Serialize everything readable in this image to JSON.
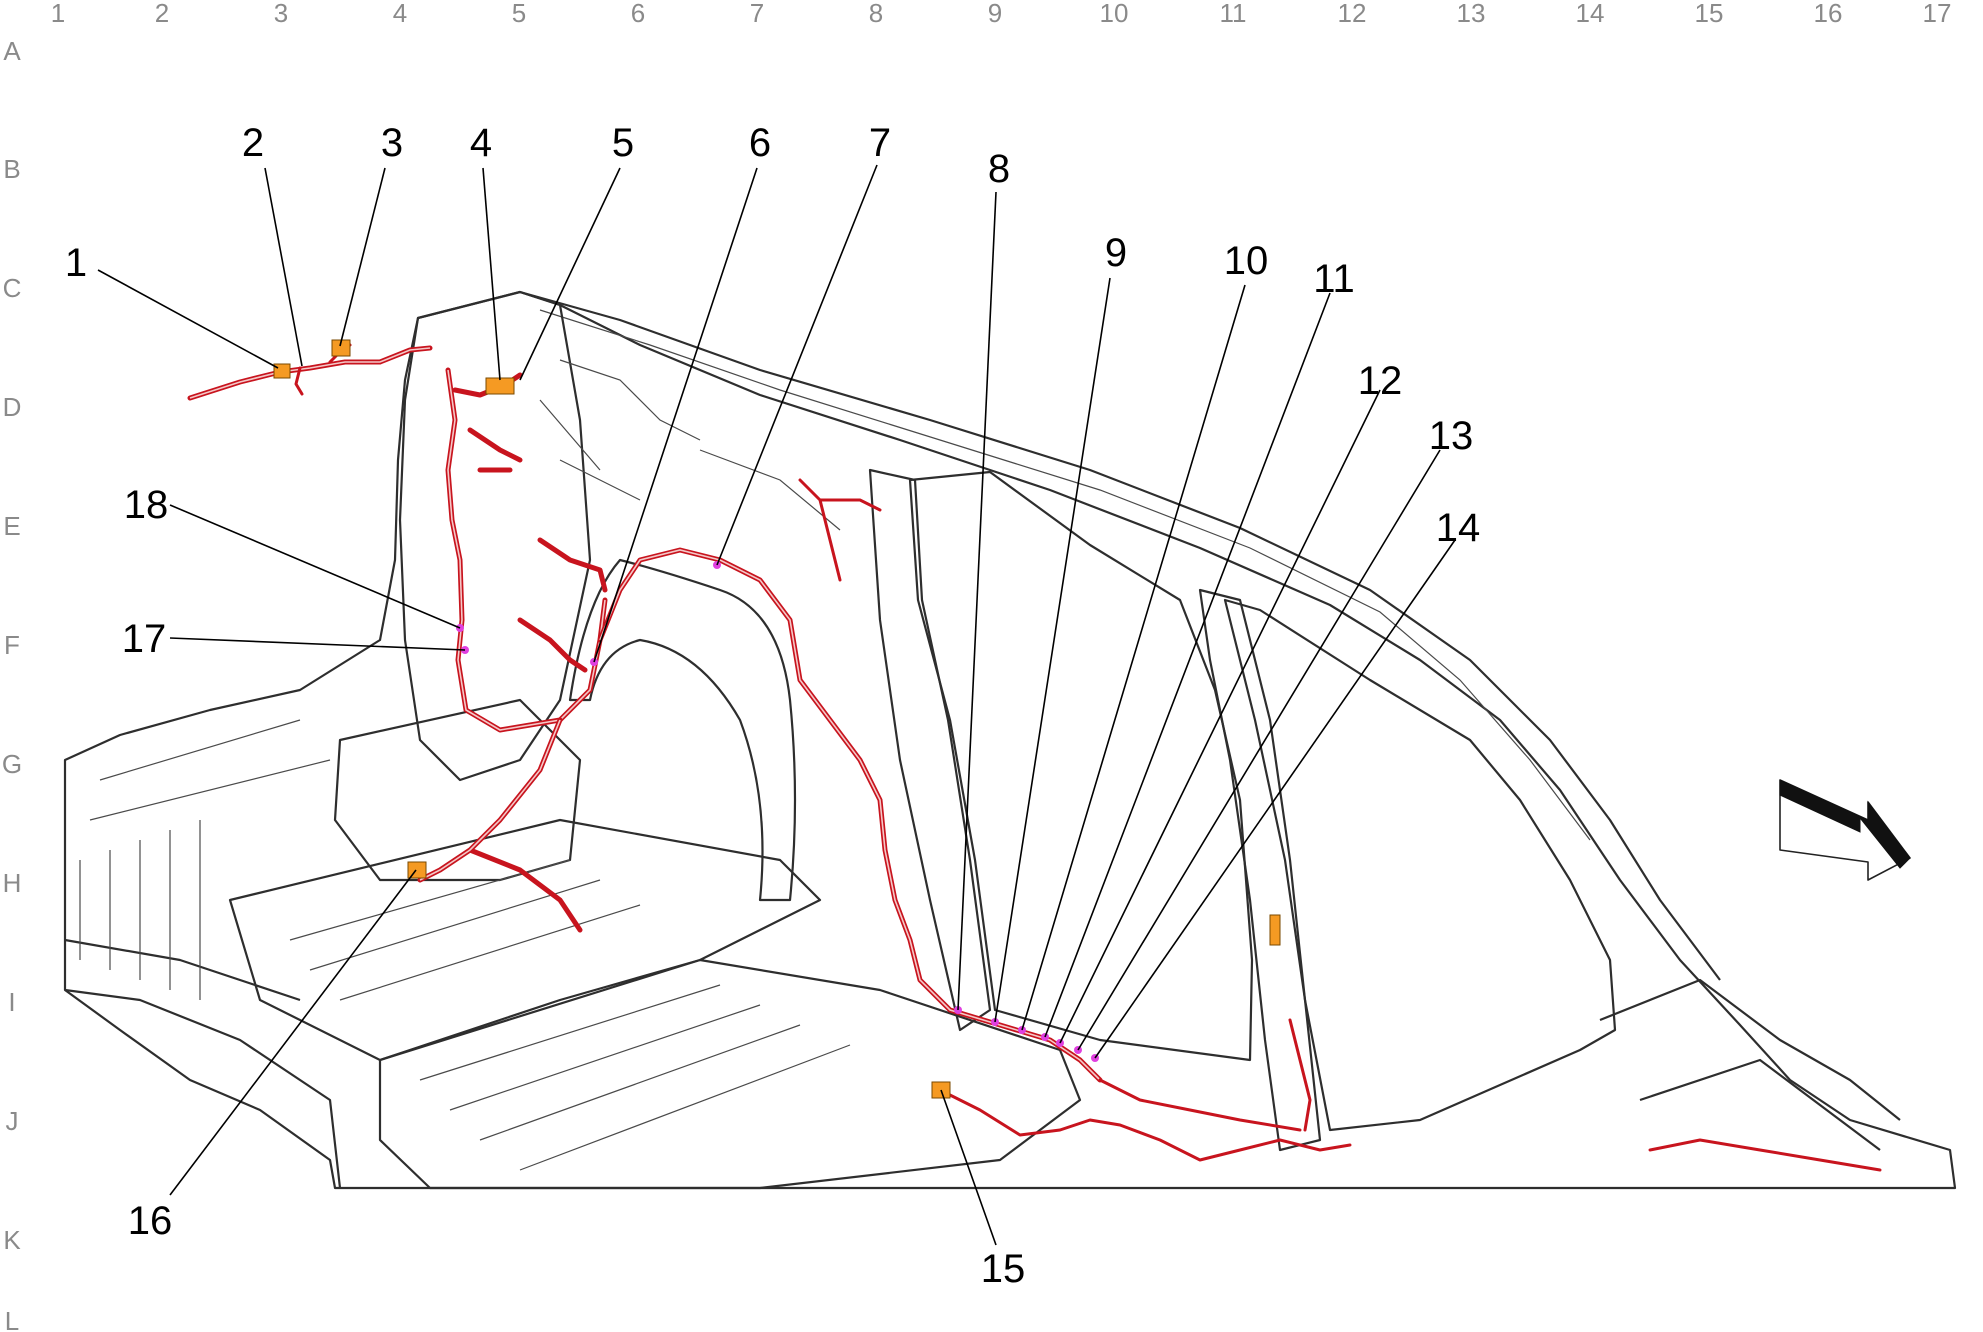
{
  "grid": {
    "columns": [
      "1",
      "2",
      "3",
      "4",
      "5",
      "6",
      "7",
      "8",
      "9",
      "10",
      "11",
      "12",
      "13",
      "14",
      "15",
      "16",
      "17"
    ],
    "rows": [
      "A",
      "B",
      "C",
      "D",
      "E",
      "F",
      "G",
      "H",
      "I",
      "J",
      "K",
      "L"
    ]
  },
  "callouts": [
    {
      "id": "1",
      "label": "1"
    },
    {
      "id": "2",
      "label": "2"
    },
    {
      "id": "3",
      "label": "3"
    },
    {
      "id": "4",
      "label": "4"
    },
    {
      "id": "5",
      "label": "5"
    },
    {
      "id": "6",
      "label": "6"
    },
    {
      "id": "7",
      "label": "7"
    },
    {
      "id": "8",
      "label": "8"
    },
    {
      "id": "9",
      "label": "9"
    },
    {
      "id": "10",
      "label": "10"
    },
    {
      "id": "11",
      "label": "11"
    },
    {
      "id": "12",
      "label": "12"
    },
    {
      "id": "13",
      "label": "13"
    },
    {
      "id": "14",
      "label": "14"
    },
    {
      "id": "15",
      "label": "15"
    },
    {
      "id": "16",
      "label": "16"
    },
    {
      "id": "17",
      "label": "17"
    },
    {
      "id": "18",
      "label": "18"
    }
  ],
  "colors": {
    "body_fill": "#d6d1c3",
    "glass_fill": "#cfcbbc",
    "harness": "#c8141e",
    "connector": "#f59a23",
    "splice": "#e040e0",
    "grid_label": "#8a8a8a"
  },
  "icons": {
    "direction_arrow": "front-direction-arrow-icon"
  }
}
